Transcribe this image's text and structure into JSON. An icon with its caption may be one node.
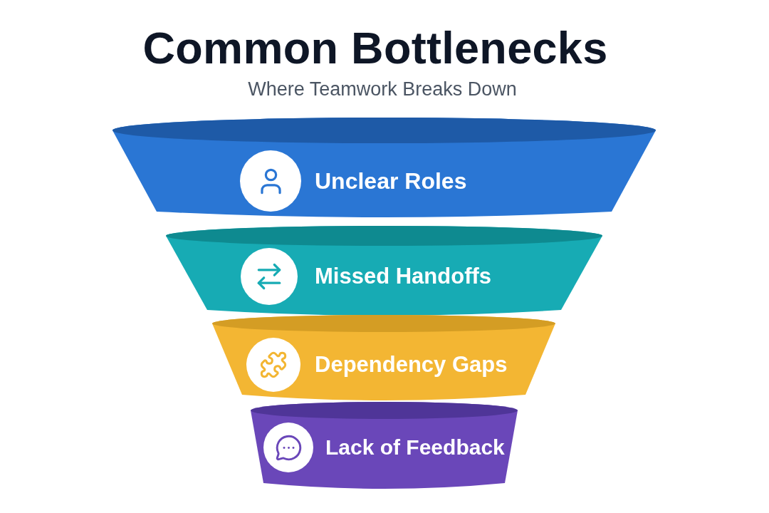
{
  "diagram": {
    "title": "Common Bottlenecks",
    "nodes": [
      {
        "text": [
          "Unclear Roles"
        ]
      },
      {
        "text": [
          "Missed Handoffs"
        ]
      },
      {
        "text": [
          "Dependency Gaps"
        ]
      },
      {
        "text": [
          "Lack of Feedback"
        ]
      }
    ],
    "labels": [
      "Where Teamwork Breaks Down"
    ]
  }
}
